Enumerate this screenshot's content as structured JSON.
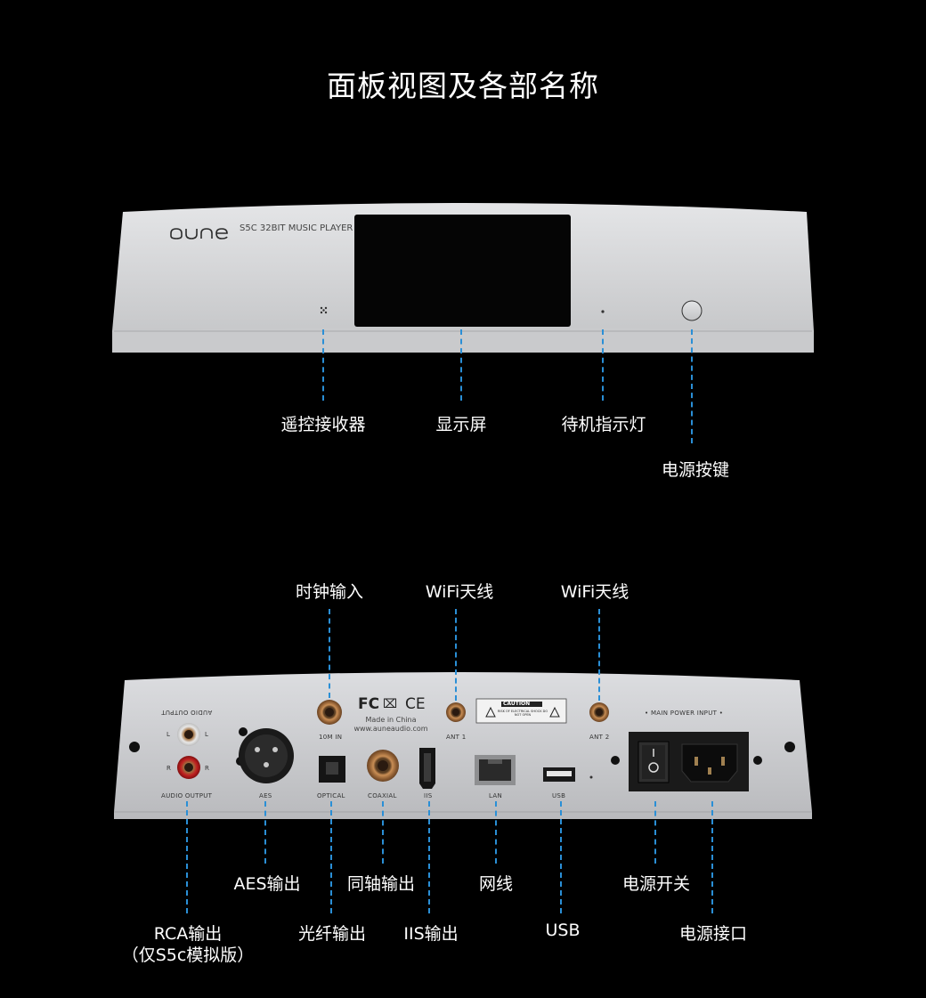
{
  "title": "面板视图及各部名称",
  "front": {
    "brand": "aune",
    "model": "S5C 32BIT MUSIC PLAYER",
    "labels": {
      "remote": "遥控接收器",
      "display": "显示屏",
      "standby": "待机指示灯",
      "power_button": "电源按键"
    }
  },
  "rear": {
    "top_labels": {
      "clock_in": "时钟输入",
      "wifi1": "WiFi天线",
      "wifi2": "WiFi天线"
    },
    "panel_text": {
      "audio_output_top": "AUDIO OUTPUT",
      "l": "L",
      "r": "R",
      "audio_output": "AUDIO OUTPUT",
      "aes": "AES",
      "optical": "OPTICAL",
      "coaxial": "COAXIAL",
      "iis": "IIS",
      "lan": "LAN",
      "usb": "USB",
      "tenm_in": "10M IN",
      "ant1": "ANT 1",
      "ant2": "ANT 2",
      "made_in": "Made in China",
      "website": "www.auneaudio.com",
      "main_power": "• MAIN POWER INPUT •",
      "caution": "CAUTION",
      "caution_sub": "RISK OF ELECTRICAL SHOCK DO NOT OPEN",
      "fcc": "FC",
      "ce": "CE"
    },
    "bottom_labels": {
      "aes_out": "AES输出",
      "coax_out": "同轴输出",
      "lan": "网线",
      "power_switch": "电源开关",
      "rca_out": "RCA输出",
      "rca_note": "（仅S5c模拟版）",
      "optical_out": "光纤输出",
      "iis_out": "IIS输出",
      "usb": "USB",
      "power_inlet": "电源接口"
    }
  }
}
